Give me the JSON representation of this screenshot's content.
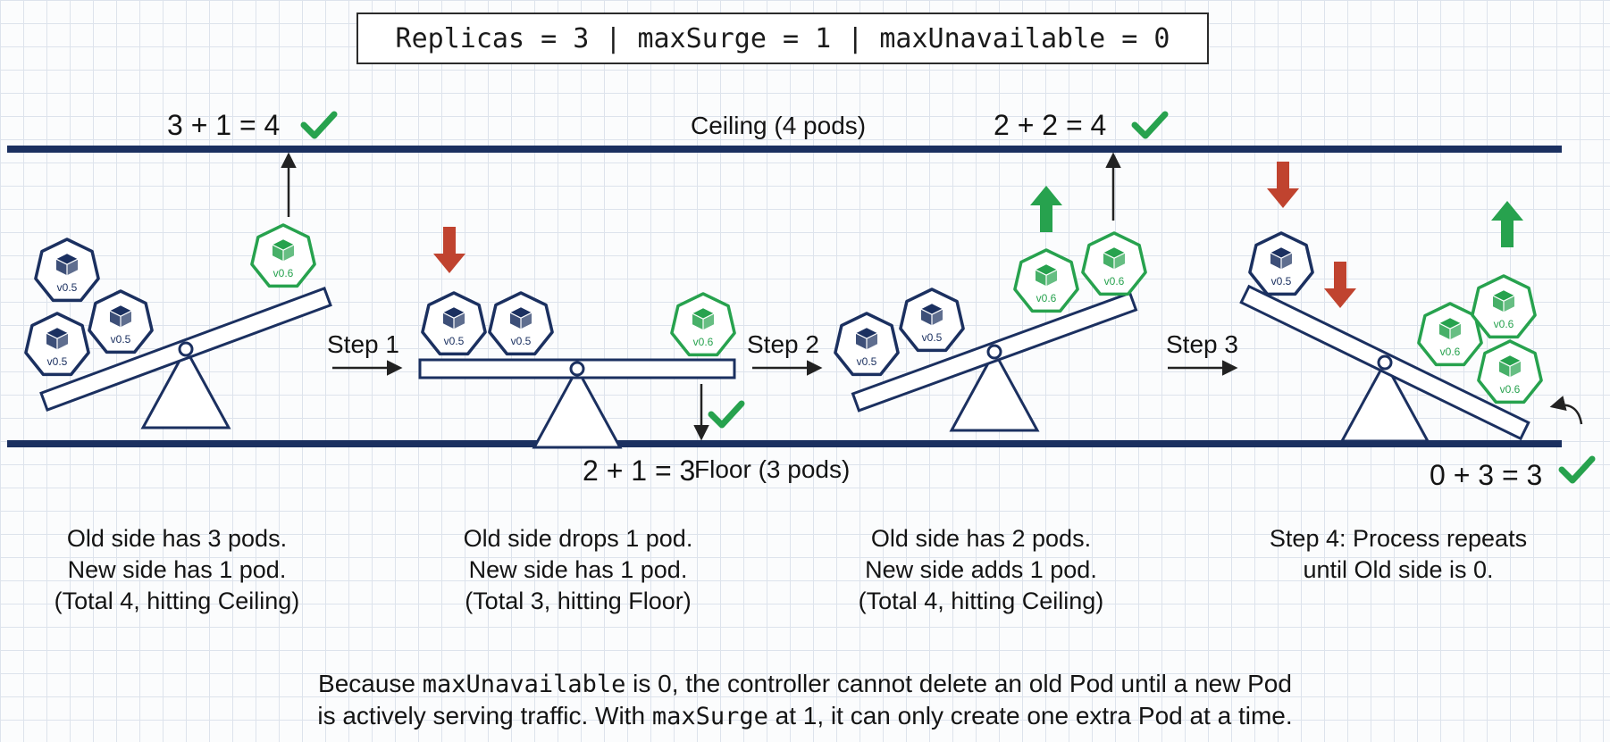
{
  "config": {
    "text": "Replicas = 3 | maxSurge = 1 | maxUnavailable = 0"
  },
  "boundaries": {
    "ceiling_label": "Ceiling (4 pods)",
    "floor_label": "Floor (3 pods)"
  },
  "pod_versions": {
    "old": "v0.5",
    "new": "v0.6"
  },
  "colors": {
    "navy": "#1b3060",
    "green": "#27a24e",
    "red": "#c0432f",
    "check": "#27a24e"
  },
  "equations": {
    "stage1": "3 + 1 = 4",
    "stage2": "2 + 1 = 3",
    "stage3": "2 + 2 = 4",
    "stage4": "0 + 3 = 3"
  },
  "steps": [
    "Step 1",
    "Step 2",
    "Step 3"
  ],
  "captions": [
    [
      "Old side has 3 pods.",
      "New side has 1 pod.",
      "(Total 4, hitting Ceiling)"
    ],
    [
      "Old side drops 1 pod.",
      "New side has 1 pod.",
      "(Total 3, hitting Floor)"
    ],
    [
      "Old side has 2 pods.",
      "New side adds 1 pod.",
      "(Total 4, hitting Ceiling)"
    ],
    [
      "Step 4: Process repeats",
      "until Old side is 0."
    ]
  ],
  "note": {
    "line1_a": "Because ",
    "line1_code": "maxUnavailable",
    "line1_b": " is 0, the controller cannot delete an old Pod until a new Pod",
    "line2_a": "is actively serving traffic. With ",
    "line2_code": "maxSurge",
    "line2_b": " at 1, it can only create one extra Pod at a time."
  },
  "icons": {
    "pod": "cube-icon",
    "check": "checkmark-icon",
    "remove": "red-down-arrow-icon",
    "add": "green-up-arrow-icon"
  }
}
